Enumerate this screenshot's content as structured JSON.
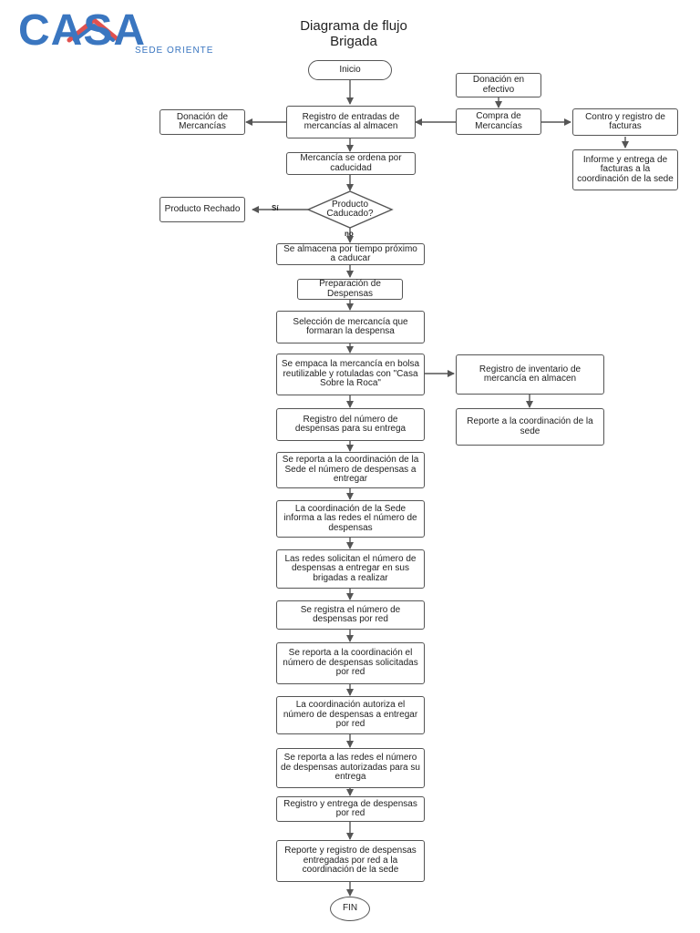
{
  "logo": {
    "text": "CASA",
    "sub": "SEDE ORIENTE",
    "color": "#3a76c0",
    "accent": "#e0514f"
  },
  "title": {
    "line1": "Diagrama de flujo",
    "line2": "Brigada"
  },
  "nodes": {
    "inicio": "Inicio",
    "donacion_efectivo": "Donación en efectivo",
    "donacion_mercancias": "Donación de Mercancías",
    "registro_entradas": "Registro de  entradas de mercancías al almacen",
    "compra_mercancias": "Compra de Mercancías",
    "control_facturas": "Contro y registro de facturas",
    "informe_facturas": "Informe y entrega de facturas a la coordinación de la sede",
    "caducidad": "Mercancía se ordena por caducidad",
    "producto_caducado": "Producto Caducado?",
    "producto_rechado": "Producto Rechado",
    "almacena": "Se almacena por tiempo próximo a caducar",
    "preparacion": "Preparación de Despensas",
    "seleccion": "Selección de mercancía que formaran la despensa",
    "empaca": "Se empaca la mercancía en bolsa reutilizable y rotuladas con \"Casa Sobre la Roca\"",
    "inventario": "Registro de inventario de mercancía en almacen",
    "reporte_coord": "Reporte a la coordinación de la sede",
    "registro_numero": "Registro del número de despensas para su entrega",
    "reporta_coord_sede": "Se reporta a la coordinación de la Sede el número de despensas a entregar",
    "coord_informa": "La coordinación de la Sede informa a las redes el número de despensas",
    "redes_solicitan": "Las redes solicitan el número de despensas a entregar en sus brigadas a realizar",
    "registra_red": "Se registra el número de despensas por red",
    "reporta_solicitadas": "Se reporta a la coordinación el número de despensas solicitadas por red",
    "coord_autoriza": "La coordinación autoriza el número de despensas a entregar por red",
    "reporta_autorizadas": "Se reporta a las redes el número de despensas autorizadas para su entrega",
    "registro_entrega": "Registro y entrega de despensas por red",
    "reporte_final": "Reporte y registro de despensas entregadas por red a la coordinación de la sede",
    "fin": "FIN"
  },
  "edge_labels": {
    "si": "Sí",
    "no": "no"
  },
  "colors": {
    "line": "#555555",
    "text": "#222222"
  }
}
